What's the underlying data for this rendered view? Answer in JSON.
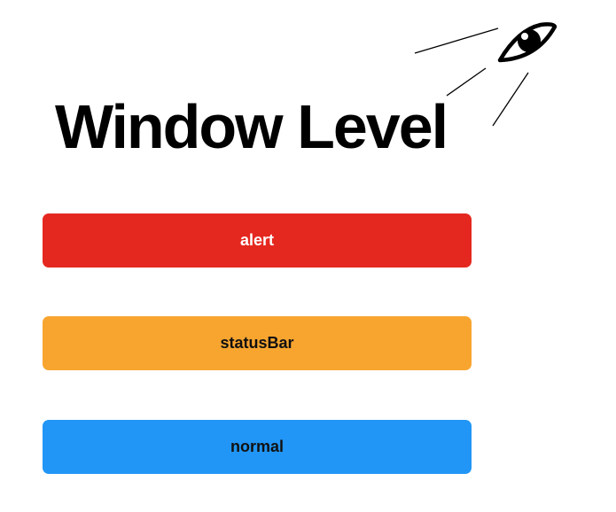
{
  "title": "Window Level",
  "icons": {
    "eye": "eye-icon"
  },
  "buttons": [
    {
      "label": "alert",
      "color": "#E5281F"
    },
    {
      "label": "statusBar",
      "color": "#F8A530"
    },
    {
      "label": "normal",
      "color": "#2196F6"
    }
  ]
}
